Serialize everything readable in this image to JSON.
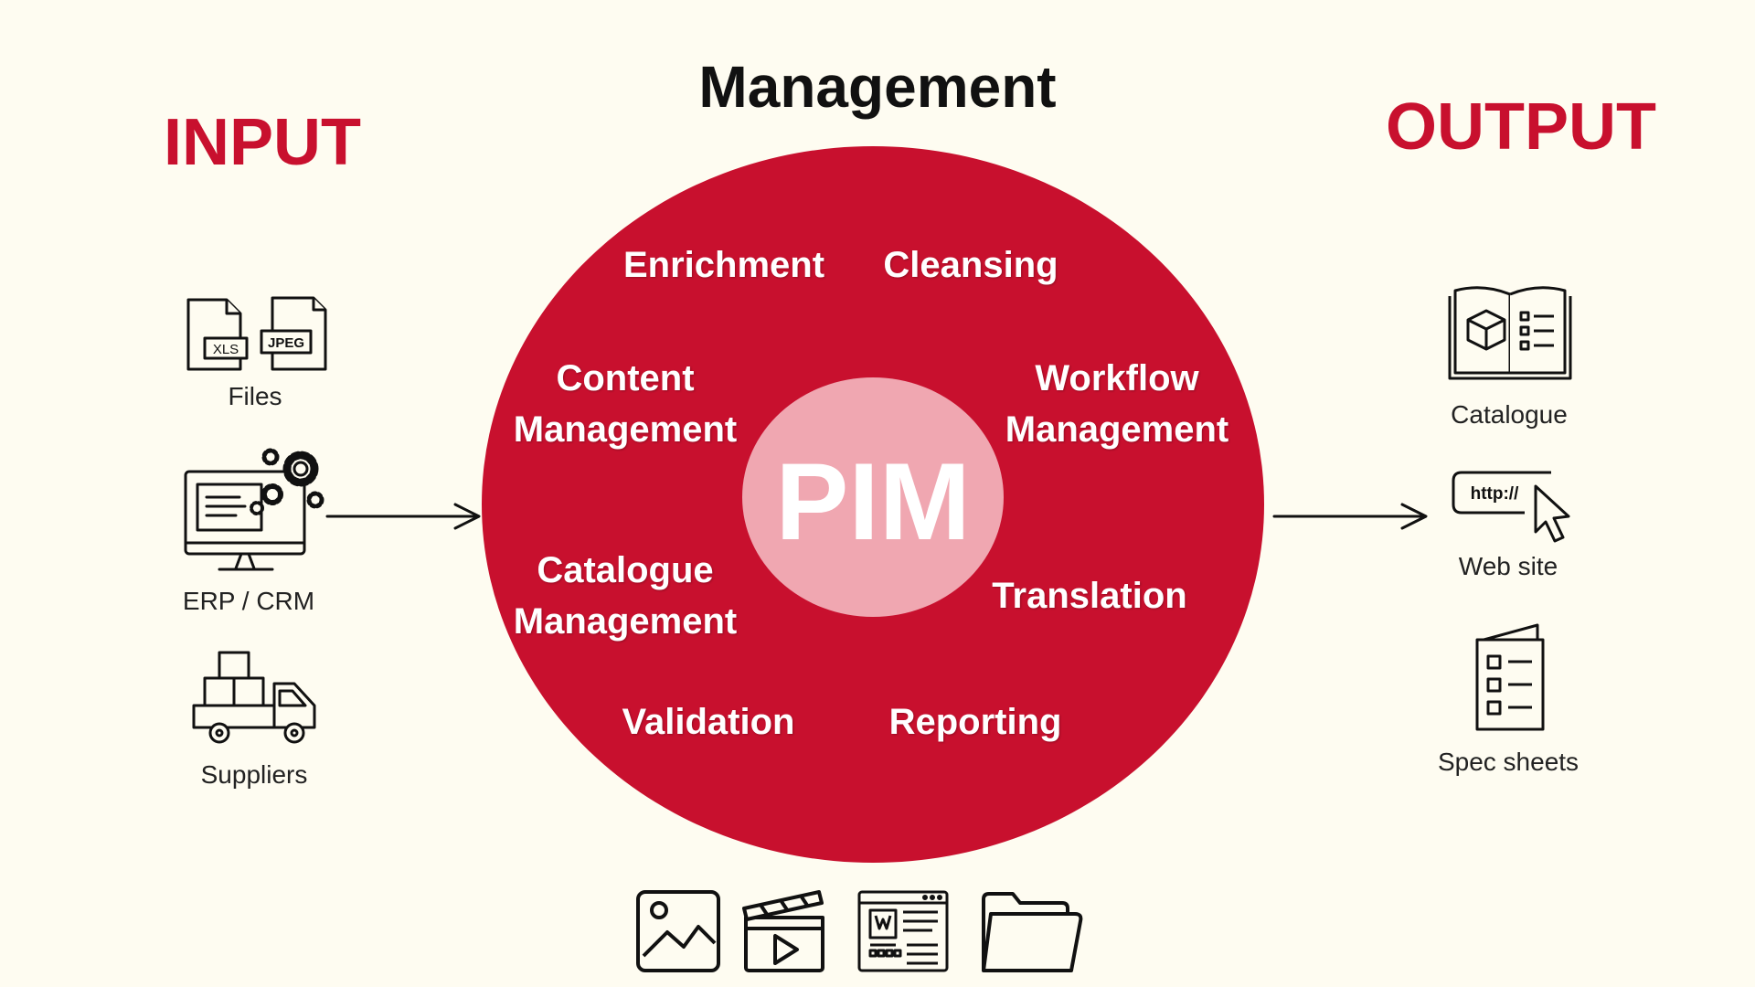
{
  "titles": {
    "management": "Management",
    "input": "INPUT",
    "output": "OUTPUT"
  },
  "core": {
    "label": "PIM"
  },
  "processes": [
    {
      "lines": [
        "Enrichment"
      ]
    },
    {
      "lines": [
        "Cleansing"
      ]
    },
    {
      "lines": [
        "Content",
        "Management"
      ]
    },
    {
      "lines": [
        "Workflow",
        "Management"
      ]
    },
    {
      "lines": [
        "Catalogue",
        "Management"
      ]
    },
    {
      "lines": [
        "Translation"
      ]
    },
    {
      "lines": [
        "Validation"
      ]
    },
    {
      "lines": [
        "Reporting"
      ]
    }
  ],
  "inputs": [
    {
      "label": "Files",
      "icon": "files-icon",
      "file_badges": [
        "XLS",
        "JPEG"
      ]
    },
    {
      "label": "ERP / CRM",
      "icon": "erp-computer-gears-icon"
    },
    {
      "label": "Suppliers",
      "icon": "delivery-truck-icon"
    }
  ],
  "outputs": [
    {
      "label": "Catalogue",
      "icon": "open-catalogue-icon"
    },
    {
      "label": "Web site",
      "icon": "url-cursor-icon",
      "url_text": "http://"
    },
    {
      "label": "Spec sheets",
      "icon": "spec-sheet-icon"
    }
  ],
  "assets": [
    {
      "icon": "image-icon"
    },
    {
      "icon": "video-clapper-icon"
    },
    {
      "icon": "web-page-icon"
    },
    {
      "icon": "folder-icon"
    }
  ],
  "colors": {
    "background": "#fefcf1",
    "accent_red": "#c8102e",
    "core_pink": "#f0a7b1",
    "text_dark": "#111111",
    "text_light": "#ffffff"
  }
}
